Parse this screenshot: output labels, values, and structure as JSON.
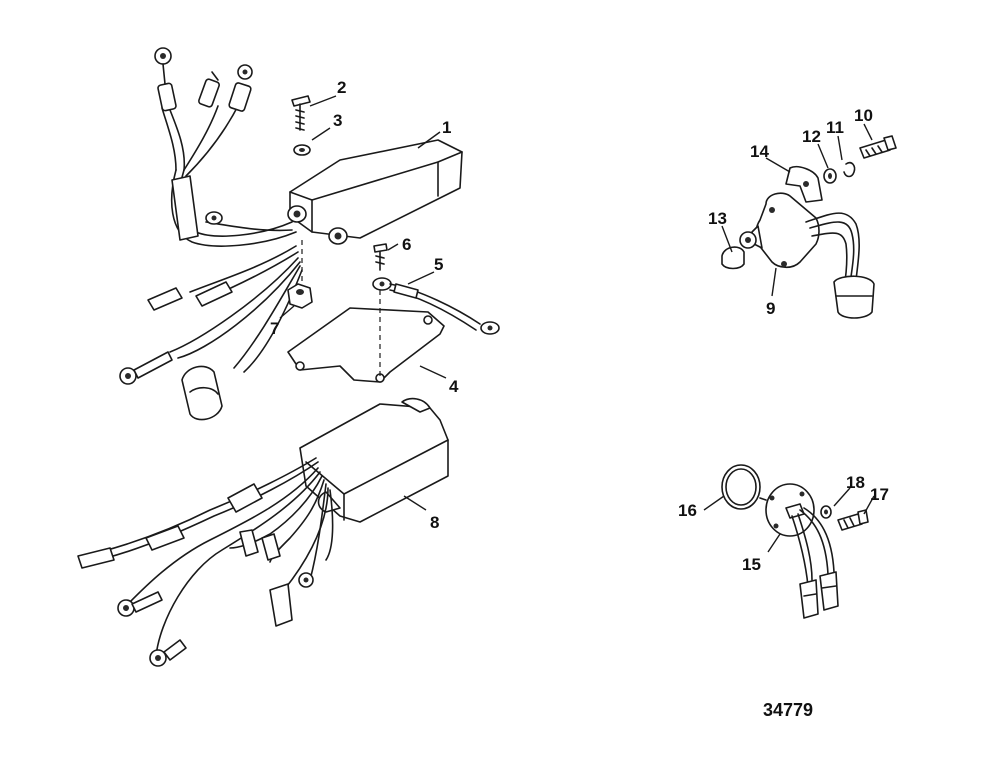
{
  "diagram": {
    "callouts": {
      "c1": "1",
      "c2": "2",
      "c3": "3",
      "c4": "4",
      "c5": "5",
      "c6": "6",
      "c7": "7",
      "c8": "8",
      "c9": "9",
      "c10": "10",
      "c11": "11",
      "c12": "12",
      "c13": "13",
      "c14": "14",
      "c15": "15",
      "c16": "16",
      "c17": "17",
      "c18": "18"
    },
    "reference_number": "34779"
  }
}
